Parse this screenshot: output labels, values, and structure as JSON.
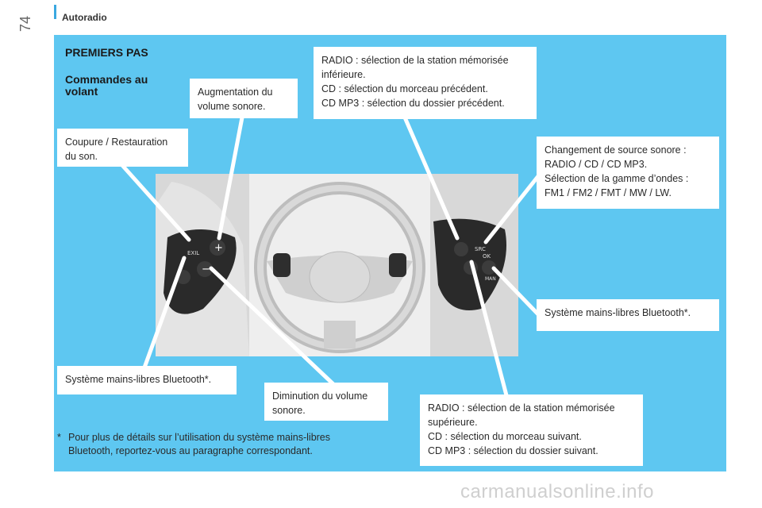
{
  "header": {
    "section_title": "Autoradio",
    "page_number": "74"
  },
  "content": {
    "heading": "PREMIERS PAS",
    "subheading": "Commandes au volant",
    "callouts": {
      "volume_up": [
        "Augmentation du",
        "volume sonore."
      ],
      "mute": [
        "Coupure / Restauration",
        "du son."
      ],
      "radio_down": [
        "RADIO : sélection de la station mémorisée",
        "inférieure.",
        "CD : sélection du morceau précédent.",
        "CD MP3 : sélection du dossier précédent."
      ],
      "source": [
        "Changement de source sonore :",
        "RADIO / CD / CD MP3.",
        "Sélection de la gamme d’ondes :",
        "FM1 / FM2 / FMT / MW / LW."
      ],
      "bluetooth_right": [
        "Système mains-libres Bluetooth*."
      ],
      "bluetooth_left": [
        "Système mains-libres Bluetooth*."
      ],
      "volume_down": [
        "Diminution du volume",
        "sonore."
      ],
      "radio_up": [
        "RADIO : sélection de la station mémorisée",
        "supérieure.",
        "CD : sélection du morceau suivant.",
        "CD MP3 : sélection du dossier suivant."
      ]
    },
    "footnote": {
      "marker": "*",
      "lines": [
        "Pour plus de détails sur l’utilisation du système mains-libres",
        "Bluetooth, reportez-vous au paragraphe correspondant."
      ]
    }
  },
  "illustration": {
    "left_buttons": [
      "EXIL",
      "+",
      "−"
    ],
    "right_buttons": [
      "SRC",
      "OK",
      "MAN"
    ]
  },
  "watermark": "carmanualsonline.info",
  "colors": {
    "panel": "#5ec7f1",
    "accent": "#3aa8e0",
    "callout_bg": "#ffffff"
  }
}
